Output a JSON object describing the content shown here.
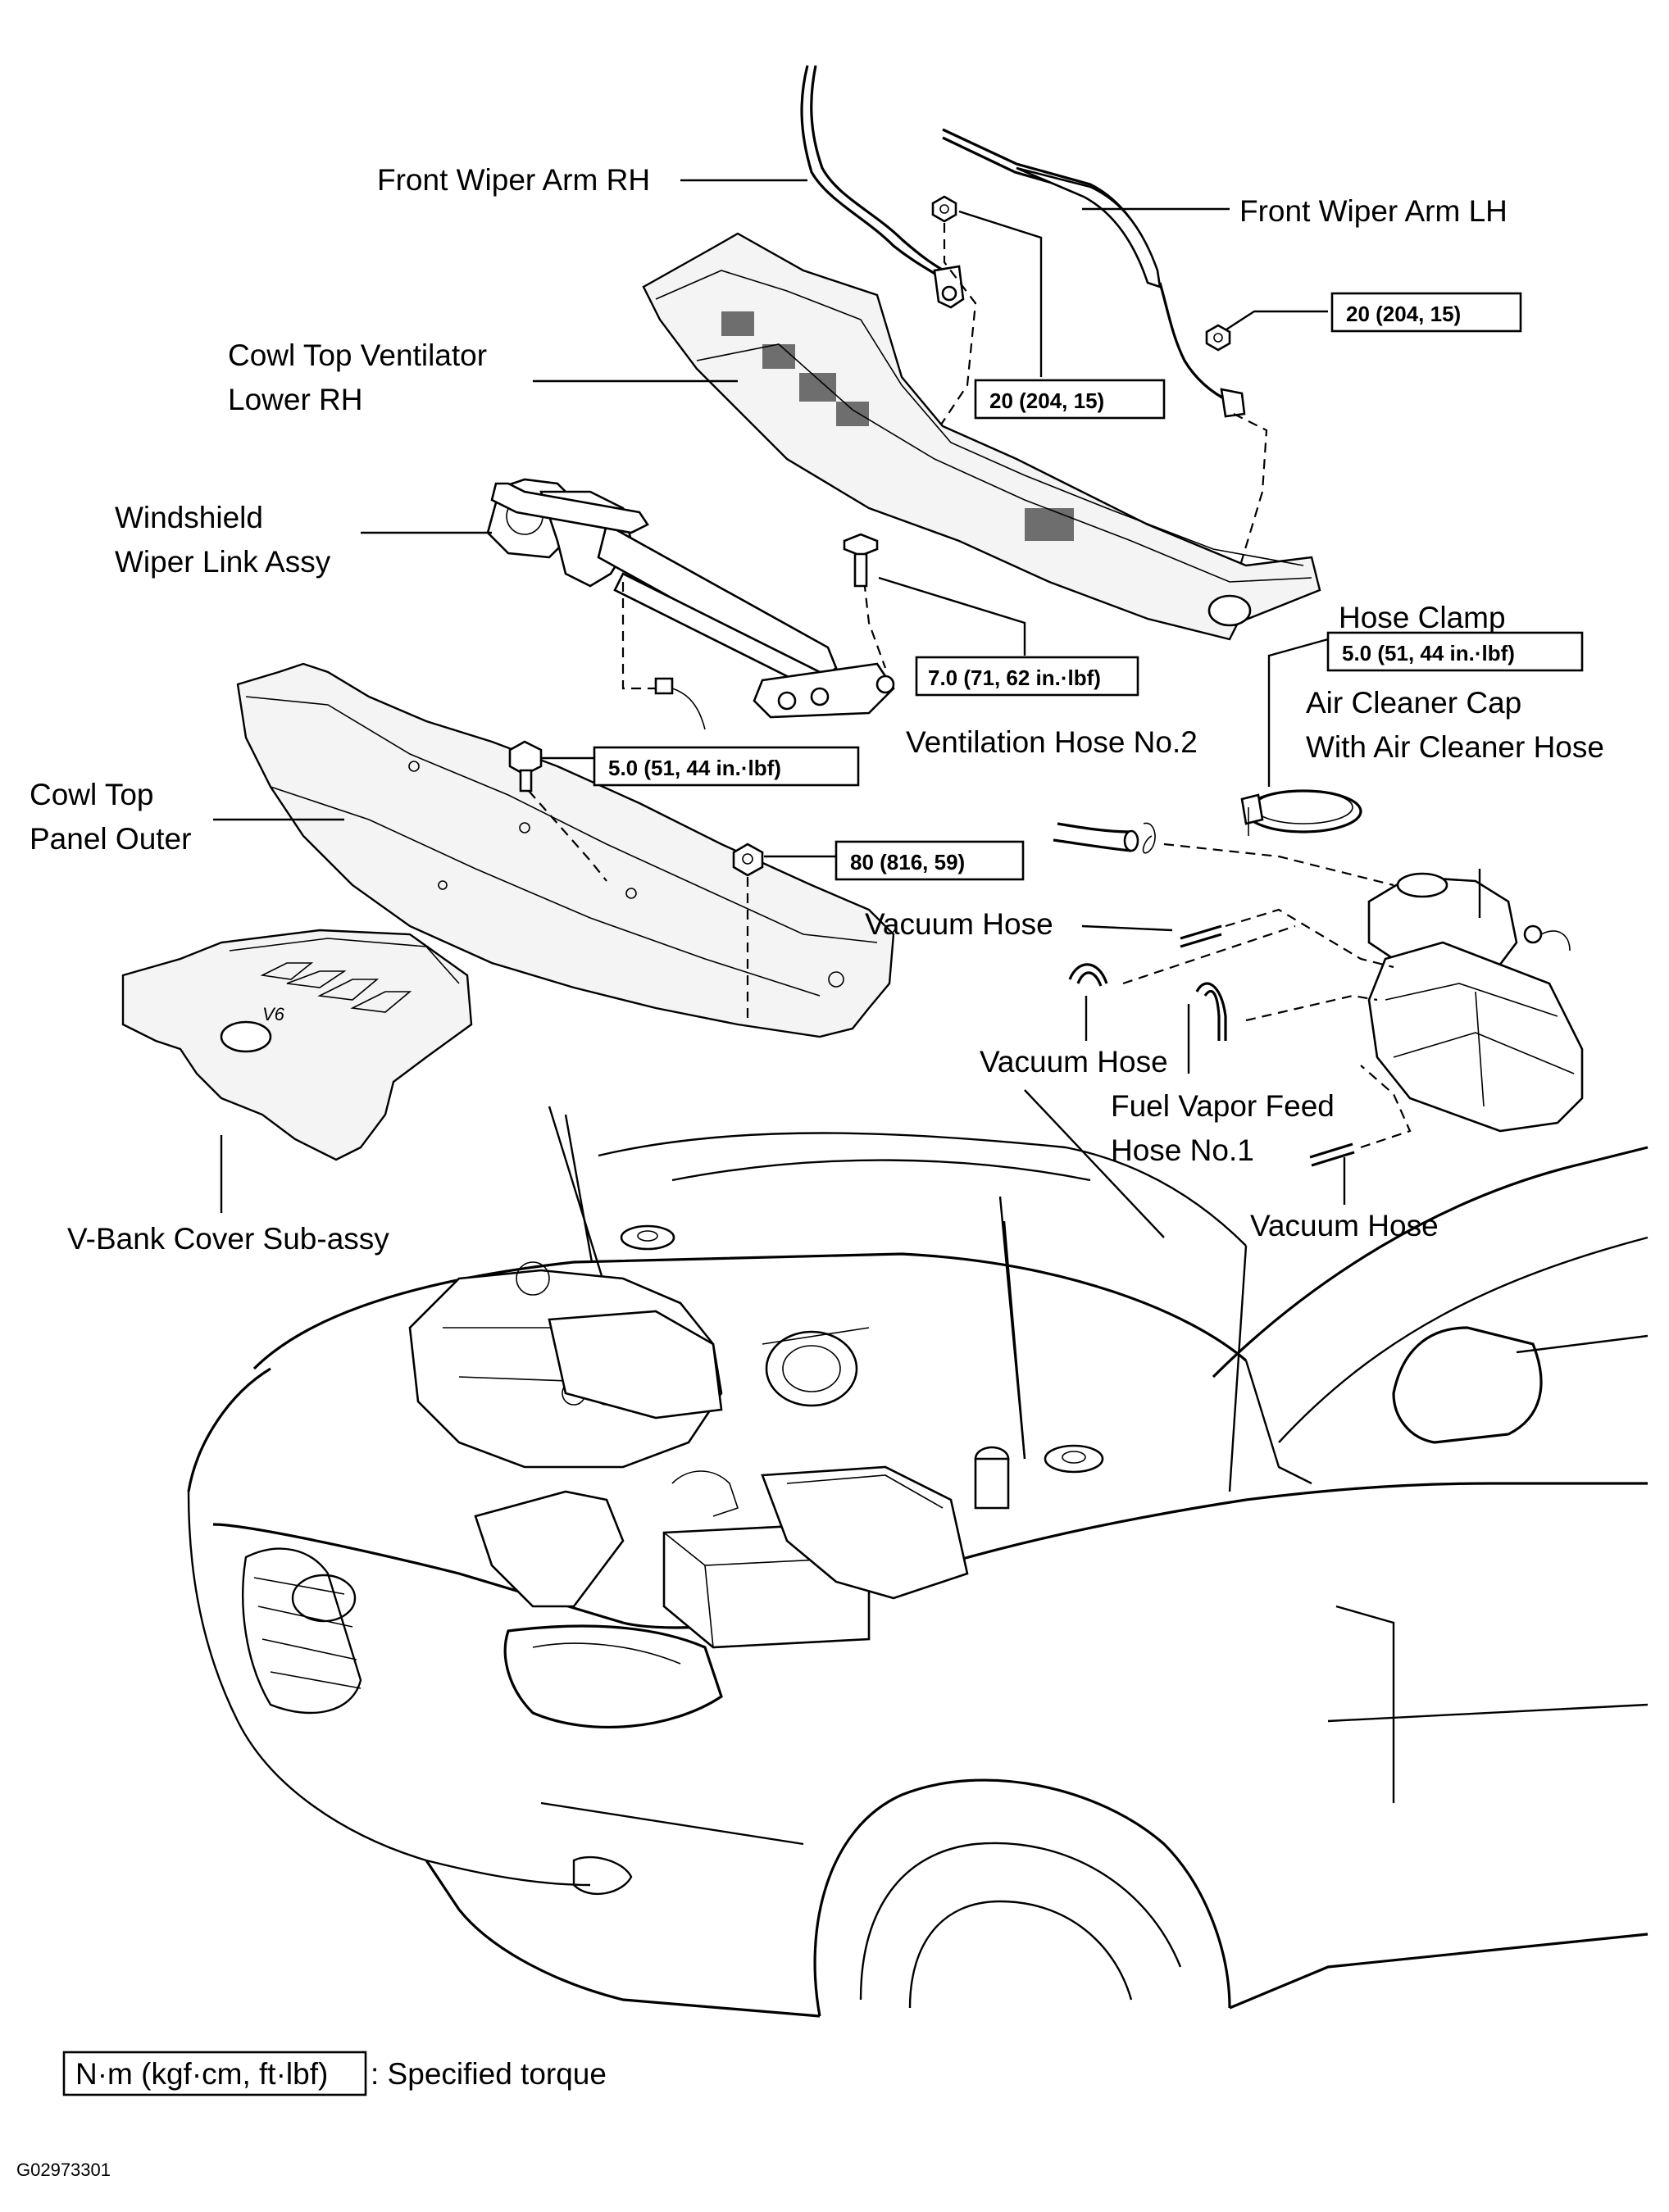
{
  "figure_code": "G02973301",
  "labels": {
    "front_wiper_arm_rh": "Front Wiper Arm RH",
    "front_wiper_arm_lh": "Front Wiper Arm LH",
    "cowl_top_vent_line1": "Cowl Top Ventilator",
    "cowl_top_vent_line2": "Lower RH",
    "windshield_line1": "Windshield",
    "windshield_line2": "Wiper Link Assy",
    "cowl_outer_line1": "Cowl Top",
    "cowl_outer_line2": "Panel Outer",
    "hose_clamp": "Hose Clamp",
    "air_cleaner_line1": "Air Cleaner Cap",
    "air_cleaner_line2": "With Air Cleaner Hose",
    "ventilation_hose": "Ventilation Hose No.2",
    "vacuum_hose_1": "Vacuum Hose",
    "vacuum_hose_2": "Vacuum Hose",
    "vacuum_hose_3": "Vacuum Hose",
    "fuel_vapor_line1": "Fuel Vapor Feed",
    "fuel_vapor_line2": "Hose No.1",
    "vbank_cover": "V-Bank  Cover  Sub-assy"
  },
  "torques": {
    "wiper_arm_rh_nut": "20 (204, 15)",
    "wiper_arm_lh_nut": "20 (204, 15)",
    "wiper_link_bolt": "7.0 (71, 62 in.·lbf)",
    "hose_clamp": "5.0 (51, 44 in.·lbf)",
    "cowl_panel_bolt": "5.0 (51, 44 in.·lbf)",
    "cowl_panel_nut": "80 (816, 59)"
  },
  "legend": {
    "box_text": "N·m (kgf·cm, ft·lbf)",
    "description": ": Specified torque"
  },
  "engine_badge": "V6"
}
